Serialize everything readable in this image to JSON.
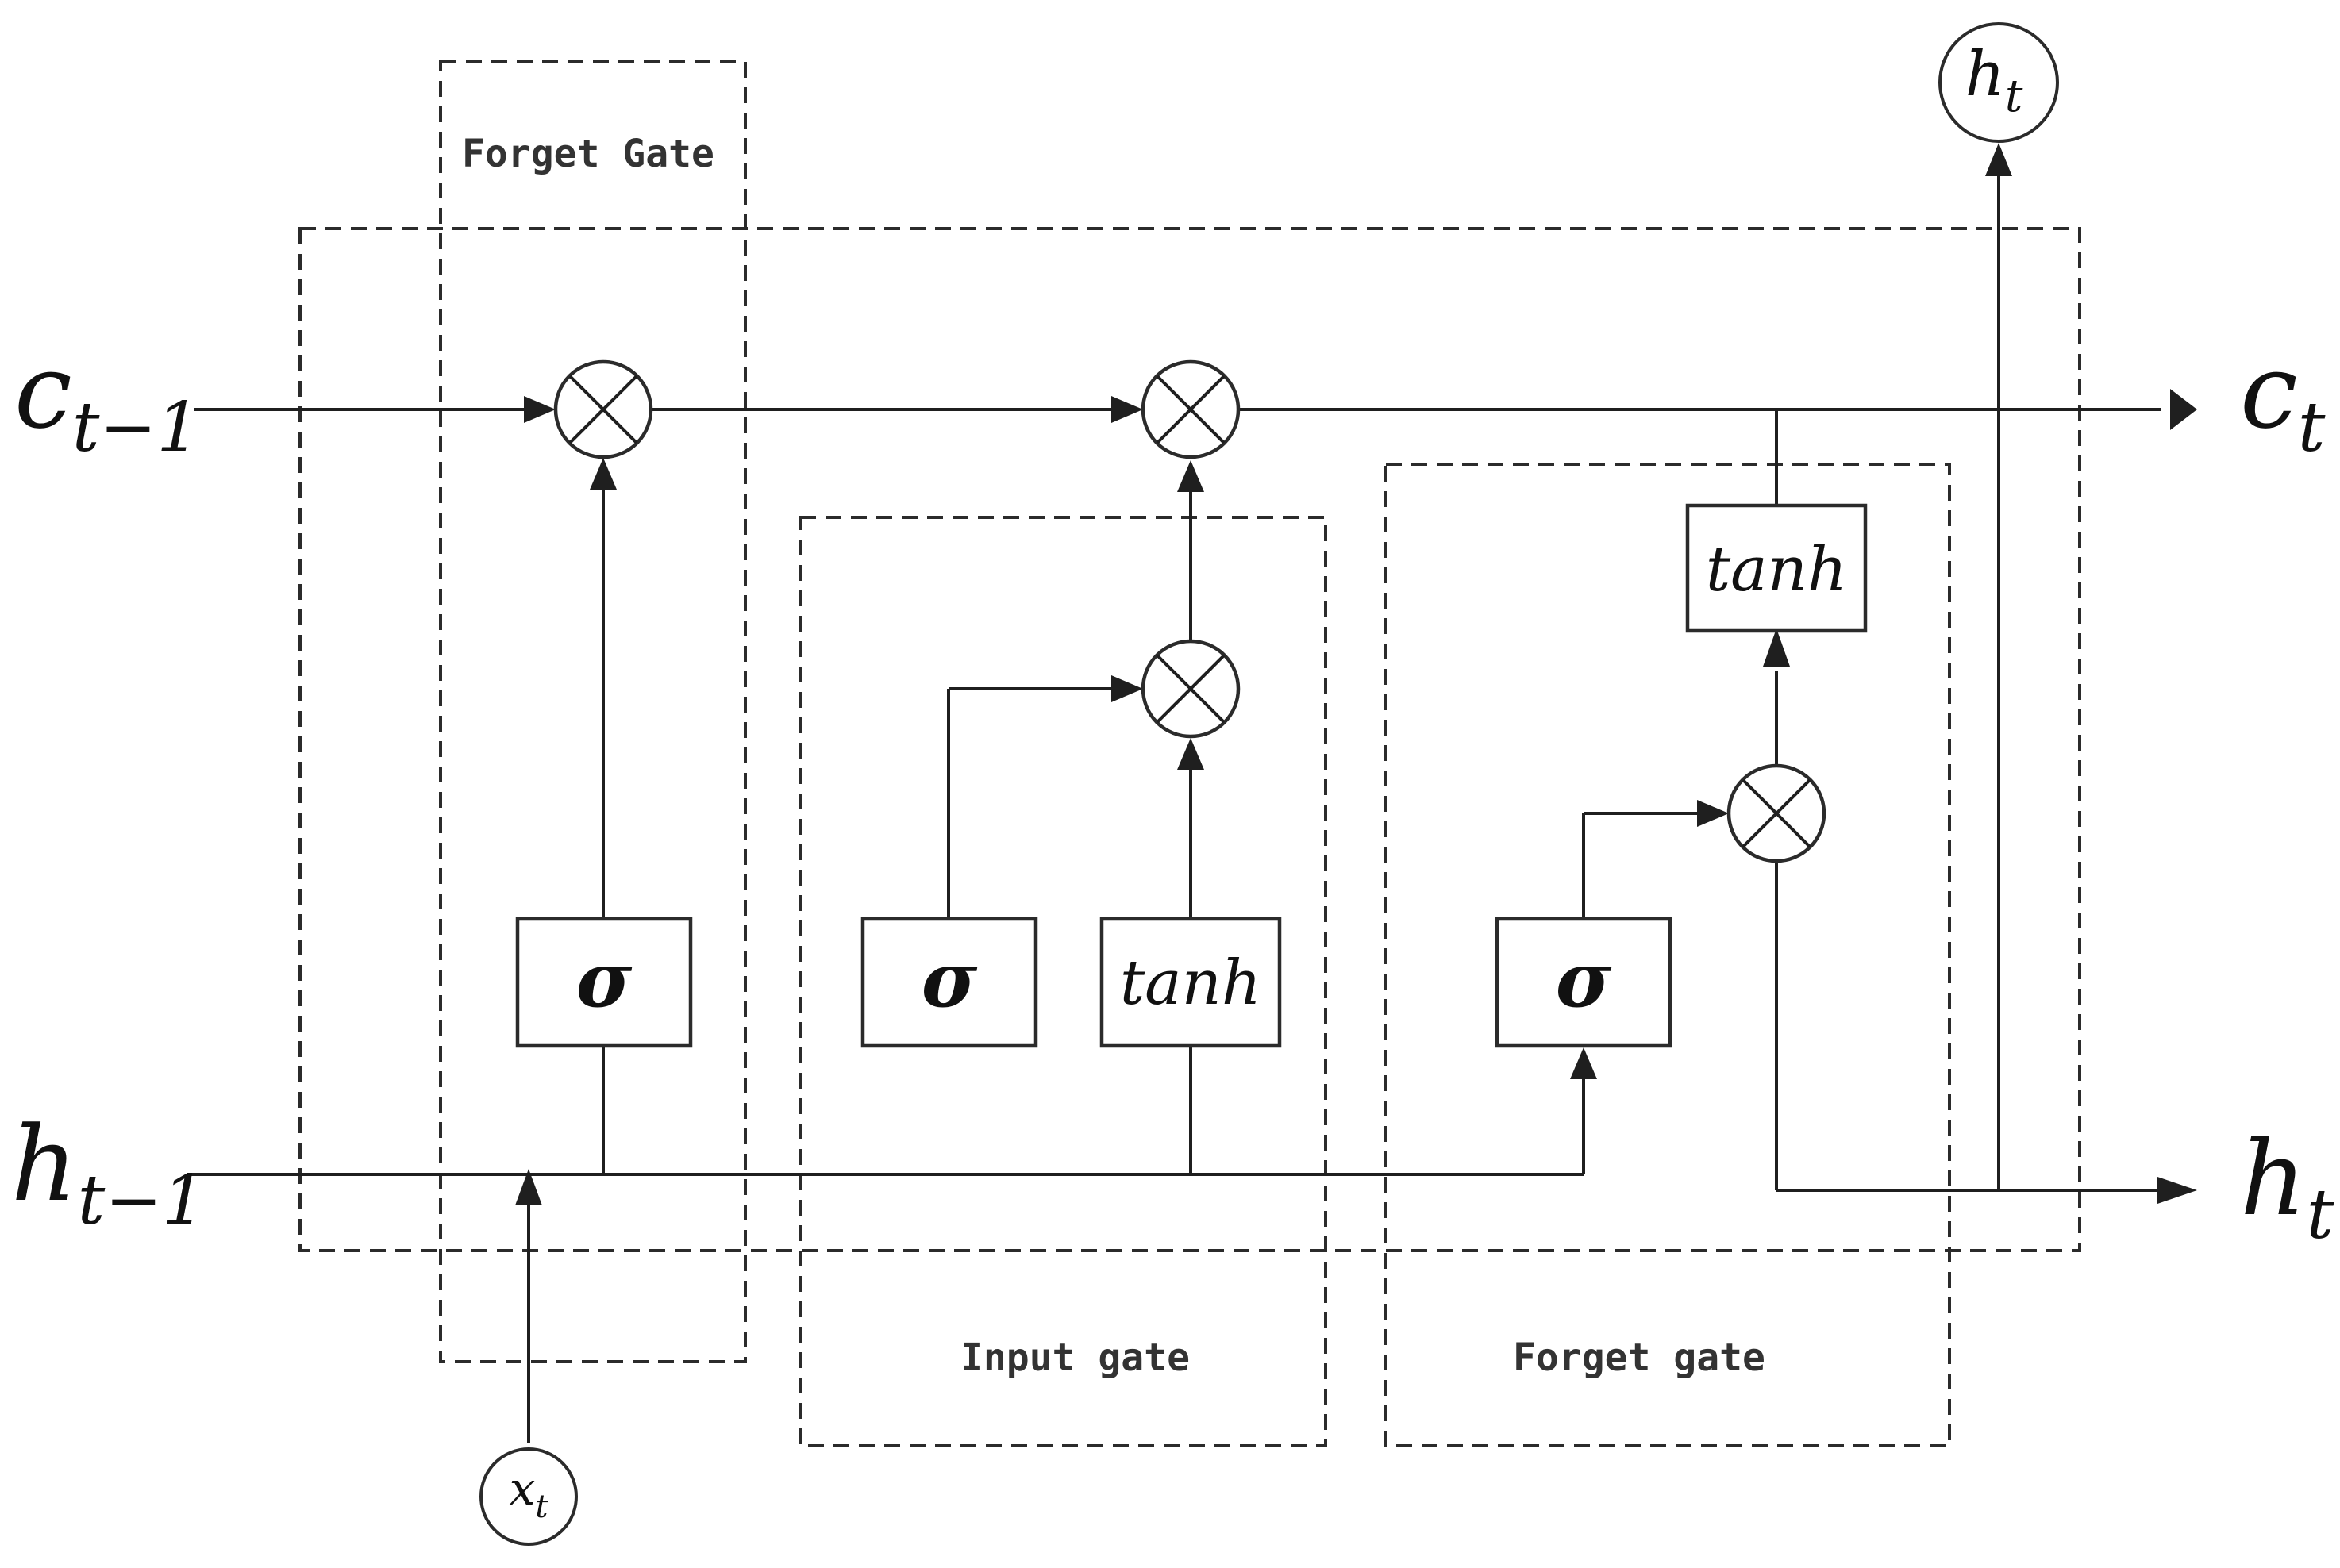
{
  "inputs": {
    "c_prev": {
      "base": "c",
      "sub": "t−1"
    },
    "h_prev": {
      "base": "h",
      "sub": "t−1"
    },
    "x_t": {
      "base": "x",
      "sub": "t"
    }
  },
  "outputs": {
    "c_t": {
      "base": "c",
      "sub": "t"
    },
    "h_t": {
      "base": "h",
      "sub": "t"
    },
    "h_t_top": {
      "base": "h",
      "sub": "t"
    }
  },
  "gates": {
    "forget_top": "Forget Gate",
    "input": "Input gate",
    "forget_bottom": "Forget gate"
  },
  "blocks": {
    "sigma_forget": "σ",
    "sigma_input": "σ",
    "tanh_input": "tanh",
    "sigma_output": "σ",
    "tanh_output": "tanh"
  }
}
